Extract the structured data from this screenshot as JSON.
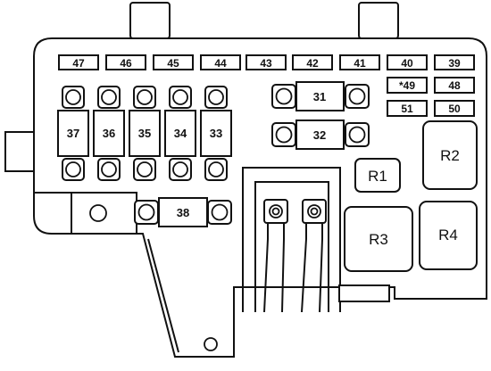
{
  "top_row": [
    "47",
    "46",
    "45",
    "44",
    "43",
    "42",
    "41",
    "40",
    "39"
  ],
  "small_fuses": {
    "r1": [
      "*49",
      "48"
    ],
    "r2": [
      "51",
      "50"
    ]
  },
  "vertical_fuses": [
    "37",
    "36",
    "35",
    "34",
    "33"
  ],
  "horizontal_fuses": {
    "f31": "31",
    "f32": "32",
    "f38": "38"
  },
  "relays": {
    "r1": "R1",
    "r2": "R2",
    "r3": "R3",
    "r4": "R4"
  },
  "colors": {
    "line": "#111111",
    "fill": "#ffffff"
  }
}
